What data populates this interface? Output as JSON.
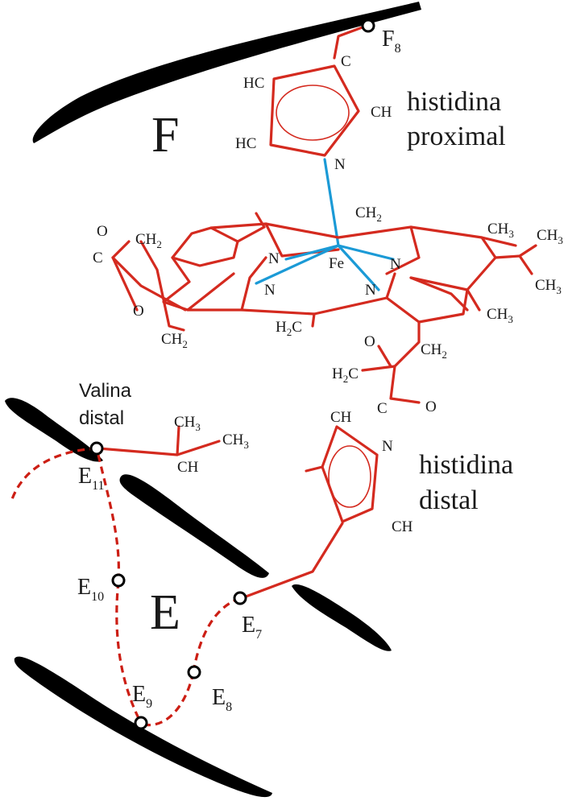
{
  "helices": {
    "f": "F",
    "e": "E"
  },
  "labels": {
    "proximal_line1": "histidina",
    "proximal_line2": "proximal",
    "distal_line1": "histidina",
    "distal_line2": "distal",
    "valina_line1": "Valina",
    "valina_line2": "distal"
  },
  "residues": {
    "f8": {
      "base": "F",
      "sub": "8"
    },
    "e11": {
      "base": "E",
      "sub": "11"
    },
    "e10": {
      "base": "E",
      "sub": "10"
    },
    "e9": {
      "base": "E",
      "sub": "9"
    },
    "e8": {
      "base": "E",
      "sub": "8"
    },
    "e7": {
      "base": "E",
      "sub": "7"
    }
  },
  "atoms": {
    "c": "C",
    "hc": "HC",
    "ch": "CH",
    "n": "N",
    "o": "O",
    "fe": "Fe",
    "ch2": "CH",
    "h2c": "H",
    "ch3": "CH",
    "two": "2",
    "three": "3",
    "c_after_h": "C"
  },
  "colors": {
    "bond": "#d42a1f",
    "coordination": "#1b9ad6",
    "helix": "#000000"
  }
}
